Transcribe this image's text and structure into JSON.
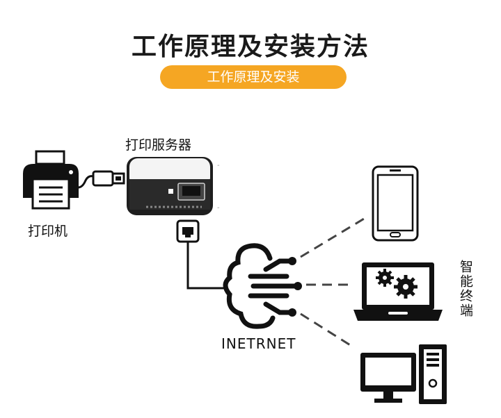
{
  "heading": "工作原理及安装方法",
  "subheading": "工作原理及安装",
  "labels": {
    "print_server": "打印服务器",
    "printer": "打印机",
    "internet": "INETRNET",
    "smart_terminals": "智能终端"
  },
  "colors": {
    "accent": "#f5a623",
    "line": "#111111",
    "dashed": "#444444"
  }
}
